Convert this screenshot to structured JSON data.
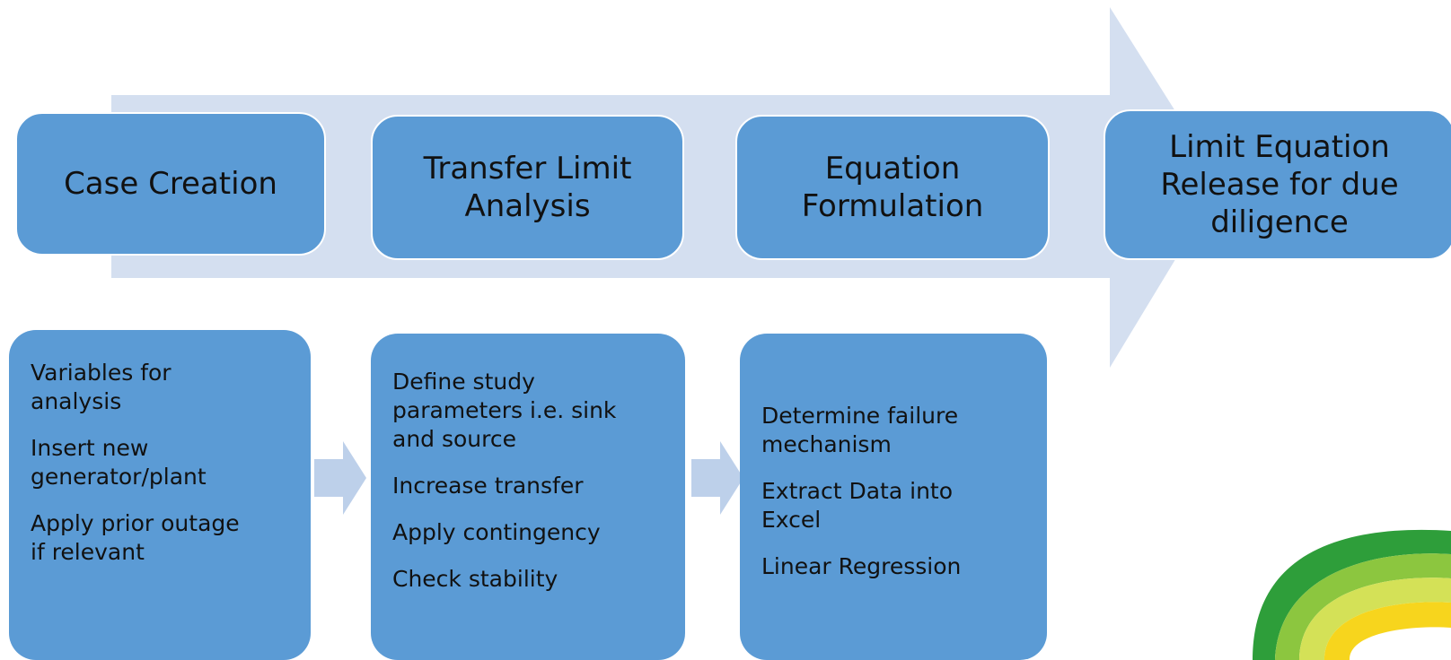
{
  "colors": {
    "process_arrow": "#d4dff0",
    "box_fill": "#5b9bd5",
    "box_border": "#ffffff",
    "connector_arrow": "#bdd0ea",
    "text": "#111111",
    "logo": [
      "#2e9e3a",
      "#8cc63f",
      "#d4e157",
      "#f7d51d"
    ]
  },
  "stages": [
    {
      "label": "Case Creation"
    },
    {
      "label": "Transfer Limit\nAnalysis"
    },
    {
      "label": "Equation\nFormulation"
    },
    {
      "label": "Limit Equation\nRelease for due\ndiligence"
    }
  ],
  "details": [
    {
      "items": [
        "Variables for\nanalysis",
        "Insert new\ngenerator/plant",
        "Apply prior outage\nif relevant"
      ]
    },
    {
      "items": [
        "Define study\nparameters i.e. sink\nand source",
        "Increase transfer",
        "Apply contingency",
        "Check stability"
      ]
    },
    {
      "items": [
        "Determine failure\nmechanism",
        "Extract Data into\nExcel",
        "Linear Regression"
      ]
    }
  ],
  "icons": {
    "big_arrow": "process-arrow-icon",
    "connector": "chevron-right-icon",
    "logo": "brand-logo-icon"
  }
}
